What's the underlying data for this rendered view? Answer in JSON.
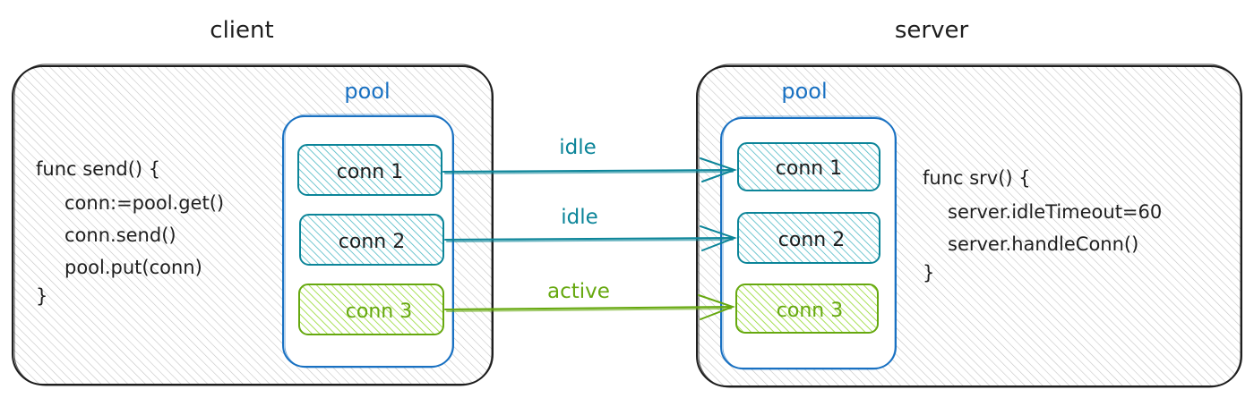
{
  "colors": {
    "ink": "#1e1e1e",
    "pool_blue": "#1971c2",
    "idle_teal": "#0c8599",
    "idle_fill": "#66c9d1",
    "active_green": "#66a80f",
    "active_fill": "#a9e34b",
    "hatch_gray": "#bdbdbd"
  },
  "client": {
    "title": "client",
    "pool_label": "pool",
    "conns": [
      "conn 1",
      "conn 2",
      "conn 3"
    ],
    "code": [
      "func send() {",
      "conn:=pool.get()",
      "conn.send()",
      "pool.put(conn)",
      "}"
    ]
  },
  "server": {
    "title": "server",
    "pool_label": "pool",
    "conns": [
      "conn 1",
      "conn 2",
      "conn 3"
    ],
    "code": [
      "func srv() {",
      "server.idleTimeout=60",
      "server.handleConn()",
      "}"
    ]
  },
  "links": [
    {
      "label": "idle",
      "state": "idle"
    },
    {
      "label": "idle",
      "state": "idle"
    },
    {
      "label": "active",
      "state": "active"
    }
  ]
}
